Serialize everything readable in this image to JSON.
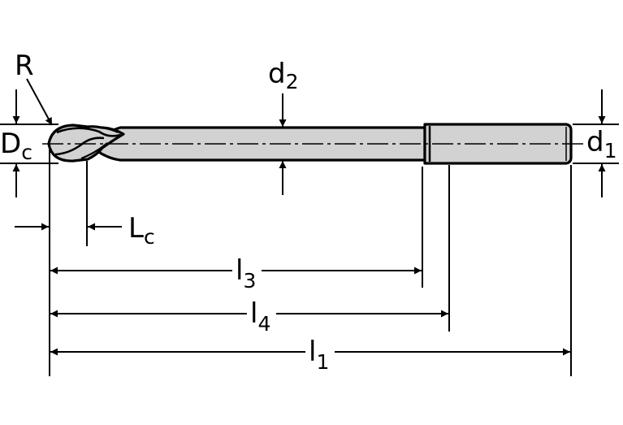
{
  "labels": {
    "R": "R",
    "Dc_main": "D",
    "Dc_sub": "c",
    "d2_main": "d",
    "d2_sub": "2",
    "d1_main": "d",
    "d1_sub": "1",
    "Lc_main": "L",
    "Lc_sub": "c",
    "l3_main": "l",
    "l3_sub": "3",
    "l4_main": "l",
    "l4_sub": "4",
    "l1_main": "l",
    "l1_sub": "1"
  },
  "colors": {
    "tool_fill": "#d2d2d2",
    "line": "#000000",
    "background": "#ffffff"
  }
}
